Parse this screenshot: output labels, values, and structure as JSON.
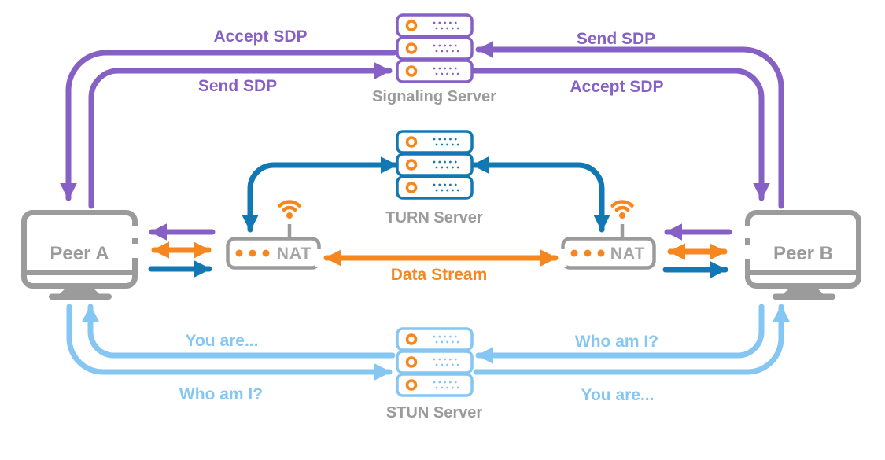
{
  "diagram": {
    "peers": {
      "a": "Peer A",
      "b": "Peer B"
    },
    "servers": {
      "signaling": "Signaling Server",
      "turn": "TURN Server",
      "stun": "STUN Server"
    },
    "nat": {
      "left": "NAT",
      "right": "NAT"
    },
    "flows": {
      "accept_sdp_left": "Accept SDP",
      "send_sdp_left": "Send SDP",
      "send_sdp_right": "Send SDP",
      "accept_sdp_right": "Accept SDP",
      "data_stream": "Data Stream",
      "you_are_left": "You are...",
      "who_am_i_left": "Who am I?",
      "who_am_i_right": "Who am I?",
      "you_are_right": "You are..."
    },
    "colors": {
      "purple": "#8660c4",
      "blue": "#1278b4",
      "light_blue": "#85c6f2",
      "orange": "#f6871f",
      "gray": "#9b9b9b"
    }
  }
}
